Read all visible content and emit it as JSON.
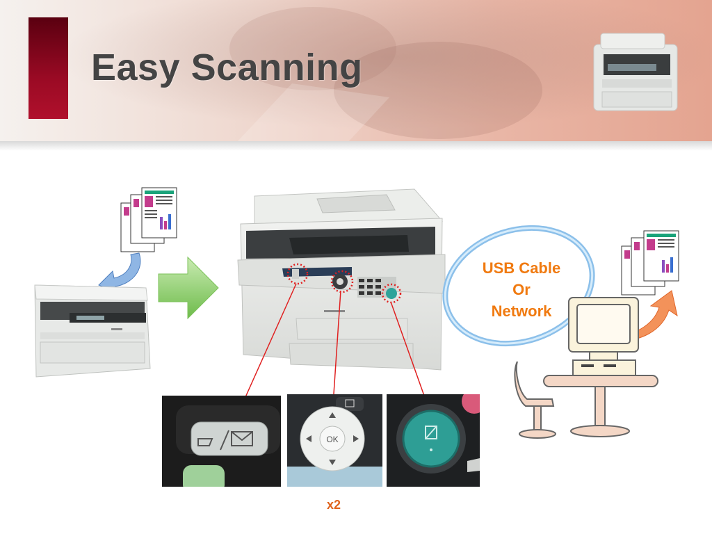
{
  "slide": {
    "title": "Easy Scanning"
  },
  "connection": {
    "line1": "USB Cable",
    "line2": "Or",
    "line3": "Network"
  },
  "closeups": {
    "count_label": "x2",
    "ok_button_label": "OK"
  },
  "colors": {
    "accent_bar": "#9a0a24",
    "title_text": "#444444",
    "connection_text": "#f07a10",
    "arrow_green": "#8fcf6a",
    "arrow_orange": "#f07a3a",
    "callout_line": "#e02020"
  },
  "icons": [
    "small-mfp-icon",
    "document-stack-icon",
    "green-arrow-icon",
    "scanner-icon",
    "mfp-main-icon",
    "computer-desk-icon",
    "orange-arrow-icon",
    "scan-key-icon",
    "ok-navigation-icon",
    "start-button-icon"
  ]
}
